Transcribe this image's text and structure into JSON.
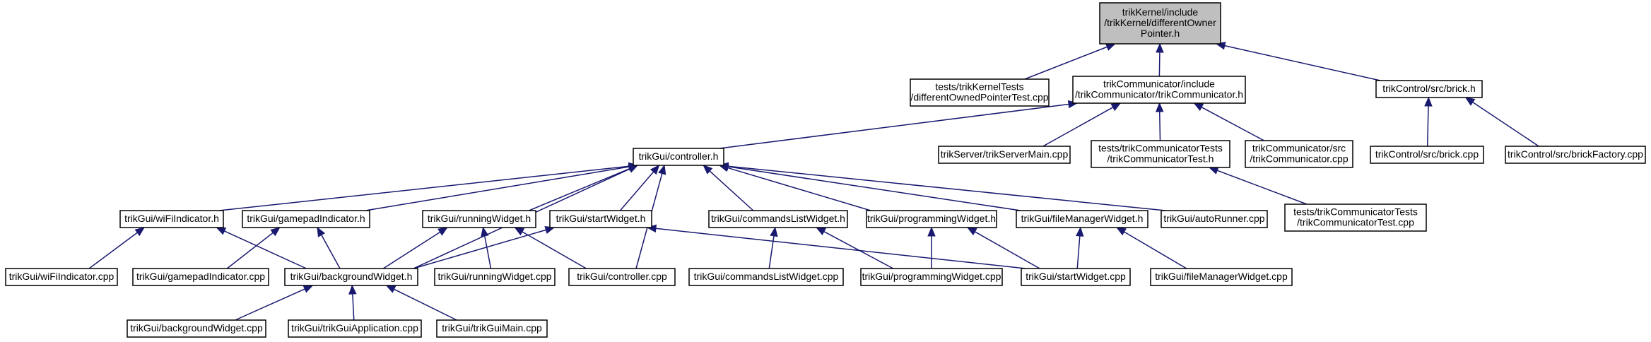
{
  "diagram": {
    "colors": {
      "edge": "#191970",
      "root_fill": "#bfbfbf",
      "node_fill": "#ffffff",
      "node_border": "#000000"
    },
    "nodes": [
      {
        "id": "root",
        "lines": [
          "trikKernel/include",
          "/trikKernel/differentOwner",
          "Pointer.h"
        ],
        "root": true
      },
      {
        "id": "dopt",
        "lines": [
          "tests/trikKernelTests",
          "/differentOwnedPointerTest.cpp"
        ]
      },
      {
        "id": "tcomm",
        "lines": [
          "trikCommunicator/include",
          "/trikCommunicator/trikCommunicator.h"
        ]
      },
      {
        "id": "brickh",
        "lines": [
          "trikControl/src/brick.h"
        ]
      },
      {
        "id": "controller",
        "lines": [
          "trikGui/controller.h"
        ]
      },
      {
        "id": "servermain",
        "lines": [
          "trikServer/trikServerMain.cpp"
        ]
      },
      {
        "id": "tcommtest",
        "lines": [
          "tests/trikCommunicatorTests",
          "/trikCommunicatorTest.h"
        ]
      },
      {
        "id": "tcommcpp",
        "lines": [
          "trikCommunicator/src",
          "/trikCommunicator.cpp"
        ]
      },
      {
        "id": "brickcpp",
        "lines": [
          "trikControl/src/brick.cpp"
        ]
      },
      {
        "id": "brickfactory",
        "lines": [
          "trikControl/src/brickFactory.cpp"
        ]
      },
      {
        "id": "wifih",
        "lines": [
          "trikGui/wiFiIndicator.h"
        ]
      },
      {
        "id": "gamepadh",
        "lines": [
          "trikGui/gamepadIndicator.h"
        ]
      },
      {
        "id": "runningh",
        "lines": [
          "trikGui/runningWidget.h"
        ]
      },
      {
        "id": "starth",
        "lines": [
          "trikGui/startWidget.h"
        ]
      },
      {
        "id": "cmdlisth",
        "lines": [
          "trikGui/commandsListWidget.h"
        ]
      },
      {
        "id": "progh",
        "lines": [
          "trikGui/programmingWidget.h"
        ]
      },
      {
        "id": "filemgrh",
        "lines": [
          "trikGui/fileManagerWidget.h"
        ]
      },
      {
        "id": "autorunner",
        "lines": [
          "trikGui/autoRunner.cpp"
        ]
      },
      {
        "id": "tcommtestcpp",
        "lines": [
          "tests/trikCommunicatorTests",
          "/trikCommunicatorTest.cpp"
        ]
      },
      {
        "id": "wificpp",
        "lines": [
          "trikGui/wiFiIndicator.cpp"
        ]
      },
      {
        "id": "gamepadcpp",
        "lines": [
          "trikGui/gamepadIndicator.cpp"
        ]
      },
      {
        "id": "bgh",
        "lines": [
          "trikGui/backgroundWidget.h"
        ]
      },
      {
        "id": "runningcpp",
        "lines": [
          "trikGui/runningWidget.cpp"
        ]
      },
      {
        "id": "controllercpp",
        "lines": [
          "trikGui/controller.cpp"
        ]
      },
      {
        "id": "cmdlistcpp",
        "lines": [
          "trikGui/commandsListWidget.cpp"
        ]
      },
      {
        "id": "progcpp",
        "lines": [
          "trikGui/programmingWidget.cpp"
        ]
      },
      {
        "id": "startcpp",
        "lines": [
          "trikGui/startWidget.cpp"
        ]
      },
      {
        "id": "filemgrcpp",
        "lines": [
          "trikGui/fileManagerWidget.cpp"
        ]
      },
      {
        "id": "bgcpp",
        "lines": [
          "trikGui/backgroundWidget.cpp"
        ]
      },
      {
        "id": "appcpp",
        "lines": [
          "trikGui/trikGuiApplication.cpp"
        ]
      },
      {
        "id": "maincpp",
        "lines": [
          "trikGui/trikGuiMain.cpp"
        ]
      }
    ],
    "edges": [
      [
        "dopt",
        "root"
      ],
      [
        "tcomm",
        "root"
      ],
      [
        "brickh",
        "root"
      ],
      [
        "controller",
        "tcomm"
      ],
      [
        "servermain",
        "tcomm"
      ],
      [
        "tcommtest",
        "tcomm"
      ],
      [
        "tcommcpp",
        "tcomm"
      ],
      [
        "brickcpp",
        "brickh"
      ],
      [
        "brickfactory",
        "brickh"
      ],
      [
        "tcommtestcpp",
        "tcommtest"
      ],
      [
        "wifih",
        "controller"
      ],
      [
        "gamepadh",
        "controller"
      ],
      [
        "bgh",
        "controller"
      ],
      [
        "runningh",
        "controller"
      ],
      [
        "starth",
        "controller"
      ],
      [
        "controllercpp",
        "controller"
      ],
      [
        "cmdlisth",
        "controller"
      ],
      [
        "progh",
        "controller"
      ],
      [
        "filemgrh",
        "controller"
      ],
      [
        "autorunner",
        "controller"
      ],
      [
        "wificpp",
        "wifih"
      ],
      [
        "bgh",
        "wifih"
      ],
      [
        "gamepadcpp",
        "gamepadh"
      ],
      [
        "bgh",
        "gamepadh"
      ],
      [
        "bgh",
        "runningh"
      ],
      [
        "runningcpp",
        "runningh"
      ],
      [
        "controllercpp",
        "runningh"
      ],
      [
        "bgh",
        "starth"
      ],
      [
        "startcpp",
        "starth"
      ],
      [
        "cmdlistcpp",
        "cmdlisth"
      ],
      [
        "progcpp",
        "cmdlisth"
      ],
      [
        "progcpp",
        "progh"
      ],
      [
        "startcpp",
        "progh"
      ],
      [
        "startcpp",
        "filemgrh"
      ],
      [
        "filemgrcpp",
        "filemgrh"
      ],
      [
        "bgcpp",
        "bgh"
      ],
      [
        "appcpp",
        "bgh"
      ],
      [
        "maincpp",
        "bgh"
      ]
    ]
  }
}
